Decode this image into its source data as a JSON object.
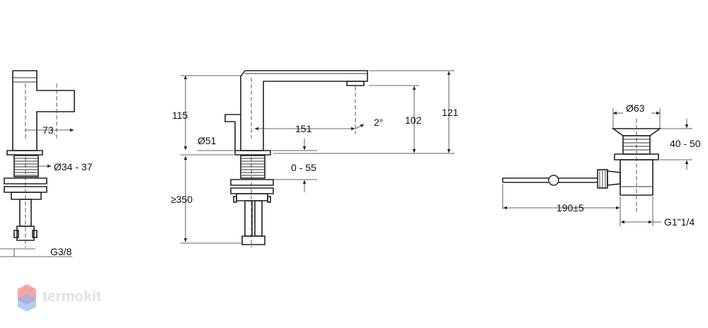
{
  "dimensions": {
    "side_view": {
      "offset": "73",
      "hole_diameter": "Ø34 - 37",
      "thread": "G3/8"
    },
    "front_view": {
      "height_to_base": "115",
      "base_diameter": "Ø51",
      "spout_reach": "151",
      "spout_angle": "2°",
      "outlet_height": "102",
      "total_height": "121",
      "deck_thickness": "0 - 55",
      "min_hose_length": "≥350"
    },
    "waste_view": {
      "waste_diameter": "Ø63",
      "waste_height": "40 - 50",
      "rod_length": "190±5",
      "waste_thread": "G1\"1/4"
    }
  },
  "watermark": {
    "text": "termokit",
    "colors": [
      "#e8413a",
      "#3a7bd5",
      "#7a6fc9"
    ]
  }
}
